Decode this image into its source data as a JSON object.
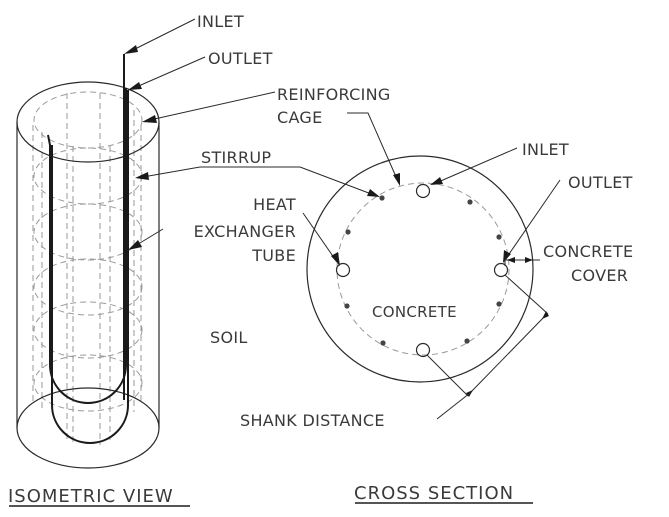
{
  "diagram": {
    "views": [
      {
        "id": "isometric",
        "title": "ISOMETRIC VIEW"
      },
      {
        "id": "cross-section",
        "title": "CROSS SECTION"
      }
    ],
    "isometric_labels": {
      "inlet": "INLET",
      "outlet": "OUTLET",
      "reinforcing_cage_line1": "REINFORCING",
      "reinforcing_cage_line2": "CAGE",
      "stirrup": "STIRRUP",
      "heat_exchanger_line1": "HEAT",
      "heat_exchanger_line2": "EXCHANGER",
      "heat_exchanger_line3": "TUBE",
      "soil": "SOIL"
    },
    "cross_section_labels": {
      "inlet": "INLET",
      "outlet": "OUTLET",
      "concrete_cover_line1": "CONCRETE",
      "concrete_cover_line2": "COVER",
      "concrete": "CONCRETE",
      "shank_distance": "SHANK DISTANCE"
    },
    "cross_section_counts": {
      "heat_exchanger_tubes": 4,
      "reinforcing_bars": 8
    },
    "colors": {
      "line": "#2a2a2a",
      "hidden_line": "#9a9a9a",
      "text": "#3a3a3a"
    }
  }
}
